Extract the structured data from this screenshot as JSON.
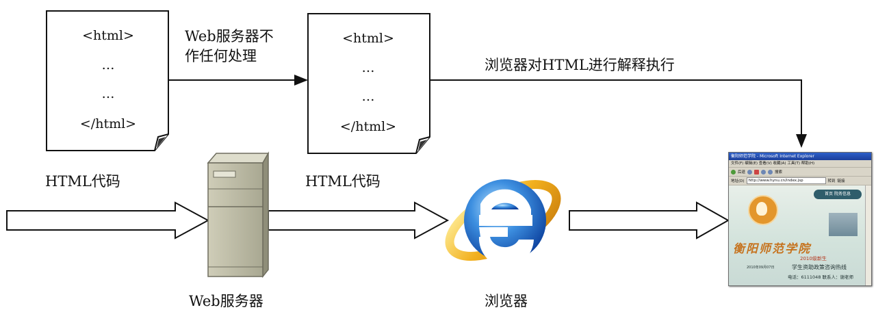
{
  "doc1": {
    "line1": "<html>",
    "line2": "…",
    "line3": "…",
    "line4": "</html>"
  },
  "doc2": {
    "line1": "<html>",
    "line2": "…",
    "line3": "…",
    "line4": "</html>"
  },
  "labels": {
    "server_no_processing_1": "Web服务器不",
    "server_no_processing_2": "作任何处理",
    "browser_interprets": "浏览器对HTML进行解释执行",
    "html_code_left": "HTML代码",
    "html_code_middle": "HTML代码",
    "web_server": "Web服务器",
    "browser": "浏览器"
  },
  "browser_screenshot": {
    "title": "衡阳师范学院 - Microsoft Internet Explorer",
    "menu": "文件(F)  编辑(E)  查看(V)  收藏(A)  工具(T)  帮助(H)",
    "toolbar_back": "后退",
    "toolbar_search": "搜索",
    "address_label": "地址(D)",
    "address": "http://www.hynu.cn/index.jsp",
    "go": "转到",
    "links": "链接",
    "nav": "首页    院务信息",
    "college_name": "衡阳师范学院",
    "line_year": "2010级新生",
    "line_hotline": "学生资助政策咨询热线",
    "line_phone": "电话：6111048 联系人：谢老师",
    "line_date": "2010年09月07日"
  },
  "colors": {
    "stroke": "#111111",
    "server_body": "#bfbea8",
    "ie_blue": "#1f6fd1",
    "ie_ring": "#e9b623"
  }
}
